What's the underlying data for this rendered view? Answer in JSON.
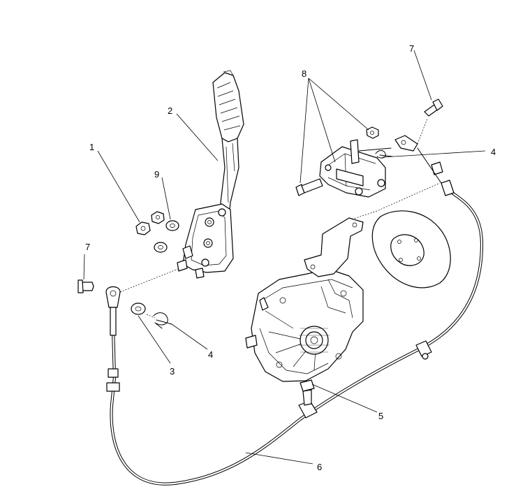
{
  "callouts": [
    {
      "id": "c1",
      "text": "1"
    },
    {
      "id": "c2",
      "text": "2"
    },
    {
      "id": "c3",
      "text": "3"
    },
    {
      "id": "c4a",
      "text": "4"
    },
    {
      "id": "c4b",
      "text": "4"
    },
    {
      "id": "c5",
      "text": "5"
    },
    {
      "id": "c6",
      "text": "6"
    },
    {
      "id": "c7a",
      "text": "7"
    },
    {
      "id": "c7b",
      "text": "7"
    },
    {
      "id": "c8",
      "text": "8"
    },
    {
      "id": "c9",
      "text": "9"
    }
  ]
}
